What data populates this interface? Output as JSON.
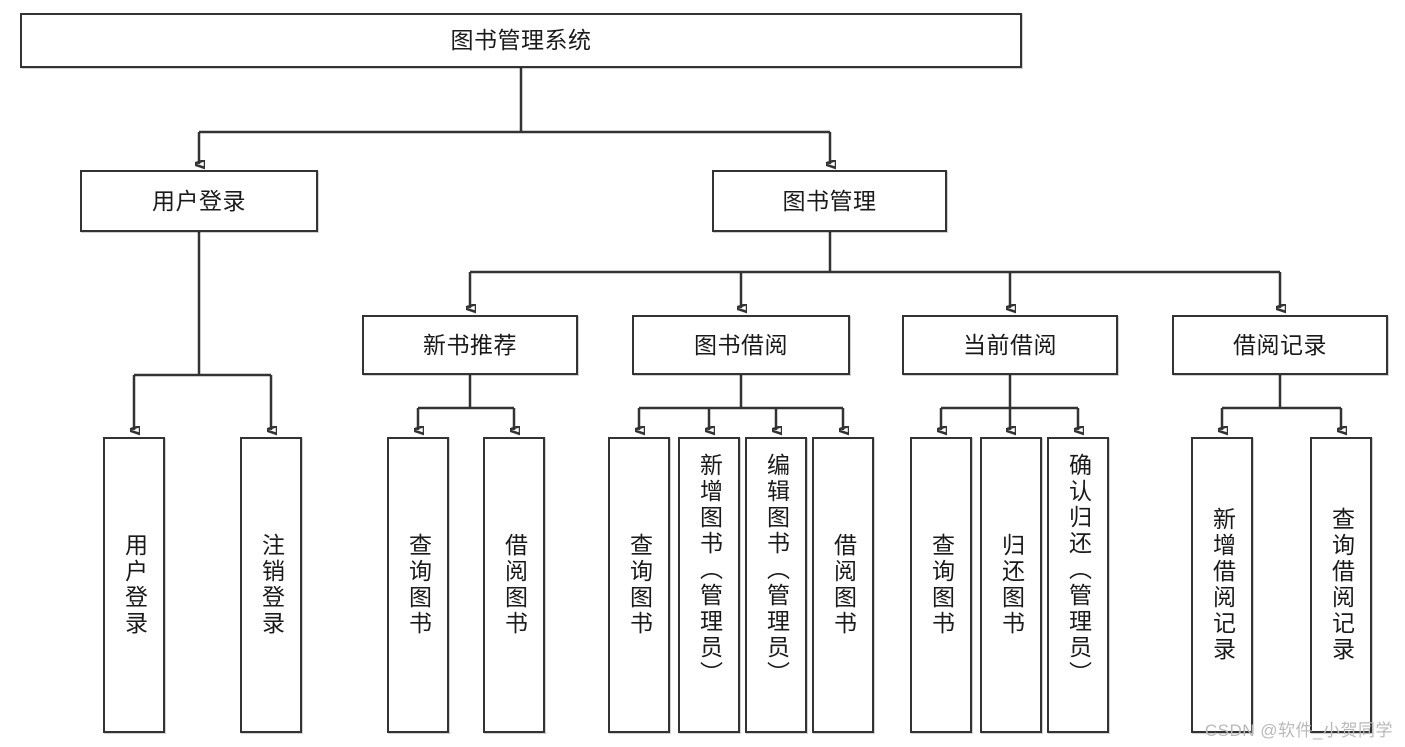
{
  "diagram": {
    "type": "tree",
    "title": "图书管理系统",
    "root": {
      "label": "图书管理系统"
    },
    "level2": [
      {
        "label": "用户登录"
      },
      {
        "label": "图书管理"
      }
    ],
    "level3": [
      {
        "label": "新书推荐"
      },
      {
        "label": "图书借阅"
      },
      {
        "label": "当前借阅"
      },
      {
        "label": "借阅记录"
      }
    ],
    "leaves": {
      "user_login": [
        {
          "label": "用户登录"
        },
        {
          "label": "注销登录"
        }
      ],
      "new_book_recommend": [
        {
          "label": "查询图书"
        },
        {
          "label": "借阅图书"
        }
      ],
      "book_borrow": [
        {
          "label": "查询图书"
        },
        {
          "label": "新增图书（管理员）"
        },
        {
          "label": "编辑图书（管理员）"
        },
        {
          "label": "借阅图书"
        }
      ],
      "current_borrow": [
        {
          "label": "查询图书"
        },
        {
          "label": "归还图书"
        },
        {
          "label": "确认归还（管理员）"
        }
      ],
      "borrow_record": [
        {
          "label": "新增借阅记录"
        },
        {
          "label": "查询借阅记录"
        }
      ]
    }
  },
  "watermark": {
    "text": "CSDN @软件_小贺同学"
  },
  "colors": {
    "border": "#333333",
    "background": "#ffffff",
    "text": "#1a1a1a",
    "watermark": "#b9b9b9"
  }
}
